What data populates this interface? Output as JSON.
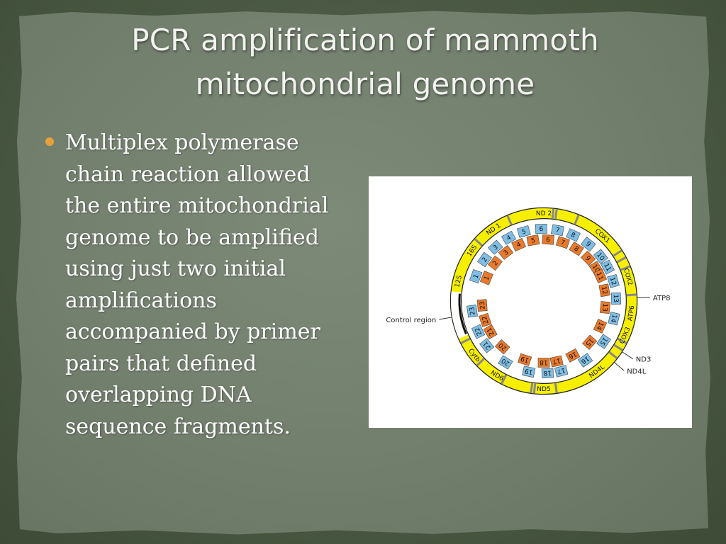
{
  "slide": {
    "title": "PCR amplification of mammoth mitochondrial genome",
    "bullet_text": "Multiplex polymerase chain reaction allowed the entire mitochondrial genome to be amplified using just two initial amplifications accompanied by primer pairs that defined overlapping DNA sequence fragments."
  },
  "figure": {
    "colors": {
      "gene_band": "#f6ef00",
      "band_outline": "#222222",
      "blue_fragment": "#7fbfe6",
      "orange_fragment": "#ea7a2b",
      "trna": "#888888",
      "control_region": "#ffffff"
    },
    "gene_labels": [
      {
        "text": "ND 1",
        "angle": 325
      },
      {
        "text": "ND 2",
        "angle": 0
      },
      {
        "text": "COX1",
        "angle": 42
      },
      {
        "text": "COX2",
        "angle": 74
      },
      {
        "text": "ATP6",
        "angle": 98
      },
      {
        "text": "COX3",
        "angle": 113
      },
      {
        "text": "ND4L",
        "angle": 143
      },
      {
        "text": "ND5",
        "angle": 180
      },
      {
        "text": "ND6",
        "angle": 212
      },
      {
        "text": "Cytb",
        "angle": 232
      },
      {
        "text": "12S",
        "angle": 283
      },
      {
        "text": "16S",
        "angle": 305
      }
    ],
    "outer_labels": [
      {
        "text": "ATP8",
        "angle": 88
      },
      {
        "text": "ND3",
        "angle": 123
      },
      {
        "text": "ND4L",
        "angle": 131
      },
      {
        "text": "Control region",
        "angle": 260
      }
    ],
    "blue_fragments": [
      {
        "n": "1",
        "angle": 290
      },
      {
        "n": "2",
        "angle": 305
      },
      {
        "n": "3",
        "angle": 318
      },
      {
        "n": "4",
        "angle": 331
      },
      {
        "n": "5",
        "angle": 344
      },
      {
        "n": "6",
        "angle": 358
      },
      {
        "n": "7",
        "angle": 11
      },
      {
        "n": "8",
        "angle": 24
      },
      {
        "n": "9",
        "angle": 38
      },
      {
        "n": "10",
        "angle": 52
      },
      {
        "n": "11",
        "angle": 62
      },
      {
        "n": "12",
        "angle": 74
      },
      {
        "n": "13",
        "angle": 88
      },
      {
        "n": "14",
        "angle": 104
      },
      {
        "n": "15",
        "angle": 124
      },
      {
        "n": "16",
        "angle": 145
      },
      {
        "n": "17",
        "angle": 166
      },
      {
        "n": "18",
        "angle": 177
      },
      {
        "n": "19",
        "angle": 192
      },
      {
        "n": "20",
        "angle": 212
      },
      {
        "n": "21",
        "angle": 232
      },
      {
        "n": "22",
        "angle": 245
      },
      {
        "n": "23",
        "angle": 262
      }
    ],
    "orange_fragments": [
      {
        "n": "1",
        "angle": 292
      },
      {
        "n": "2",
        "angle": 308
      },
      {
        "n": "3",
        "angle": 322
      },
      {
        "n": "4",
        "angle": 336
      },
      {
        "n": "5",
        "angle": 350
      },
      {
        "n": "6",
        "angle": 4
      },
      {
        "n": "7",
        "angle": 18
      },
      {
        "n": "8",
        "angle": 32
      },
      {
        "n": "9",
        "angle": 46
      },
      {
        "n": "10",
        "angle": 58
      },
      {
        "n": "11",
        "angle": 66
      },
      {
        "n": "12",
        "angle": 80
      },
      {
        "n": "13",
        "angle": 96
      },
      {
        "n": "14",
        "angle": 114
      },
      {
        "n": "15",
        "angle": 132
      },
      {
        "n": "16",
        "angle": 152
      },
      {
        "n": "17",
        "angle": 168
      },
      {
        "n": "18",
        "angle": 180
      },
      {
        "n": "19",
        "angle": 198
      },
      {
        "n": "20",
        "angle": 222
      },
      {
        "n": "21",
        "angle": 240
      },
      {
        "n": "22",
        "angle": 252
      },
      {
        "n": "23",
        "angle": 266
      }
    ]
  }
}
